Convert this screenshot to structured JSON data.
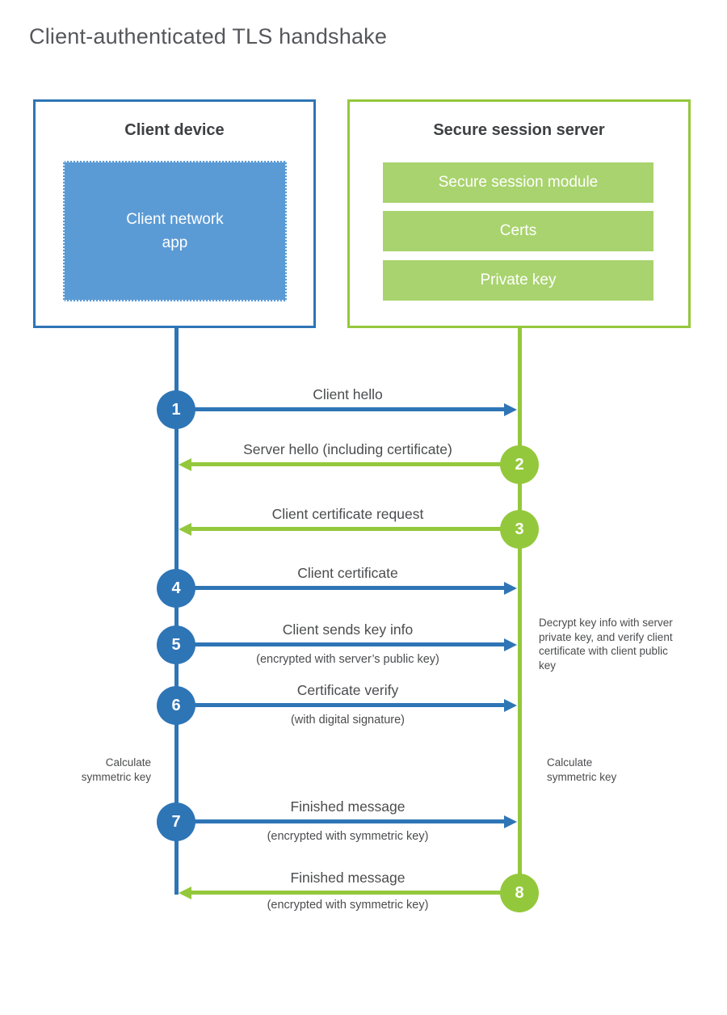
{
  "title": "Client-authenticated TLS handshake",
  "colors": {
    "blue": "#2e75b6",
    "blue_fill": "#5b9bd5",
    "green": "#94c83c",
    "green_fill": "#a9d36e",
    "heading_text": "#3e4043",
    "body_text": "#4b4c4e",
    "white": "#ffffff"
  },
  "client": {
    "title": "Client device",
    "app_label": "Client network\napp"
  },
  "server": {
    "title": "Secure session server",
    "modules": [
      "Secure session module",
      "Certs",
      "Private key"
    ]
  },
  "steps": [
    {
      "num": "1",
      "actor": "client",
      "direction": "right",
      "label": "Client hello",
      "sub": ""
    },
    {
      "num": "2",
      "actor": "server",
      "direction": "left",
      "label": "Server hello (including certificate)",
      "sub": ""
    },
    {
      "num": "3",
      "actor": "server",
      "direction": "left",
      "label": "Client certificate request",
      "sub": ""
    },
    {
      "num": "4",
      "actor": "client",
      "direction": "right",
      "label": "Client certificate",
      "sub": ""
    },
    {
      "num": "5",
      "actor": "client",
      "direction": "right",
      "label": "Client sends key info",
      "sub": "(encrypted with server’s public key)"
    },
    {
      "num": "6",
      "actor": "client",
      "direction": "right",
      "label": "Certificate verify",
      "sub": "(with digital signature)"
    },
    {
      "num": "7",
      "actor": "client",
      "direction": "right",
      "label": "Finished message",
      "sub": "(encrypted with symmetric key)"
    },
    {
      "num": "8",
      "actor": "server",
      "direction": "left",
      "label": "Finished message",
      "sub": "(encrypted with symmetric key)"
    }
  ],
  "notes": {
    "decrypt": "Decrypt key info with server private key, and verify client certificate with client public key",
    "calc_left": "Calculate\nsymmetric key",
    "calc_right": "Calculate\nsymmetric key"
  }
}
